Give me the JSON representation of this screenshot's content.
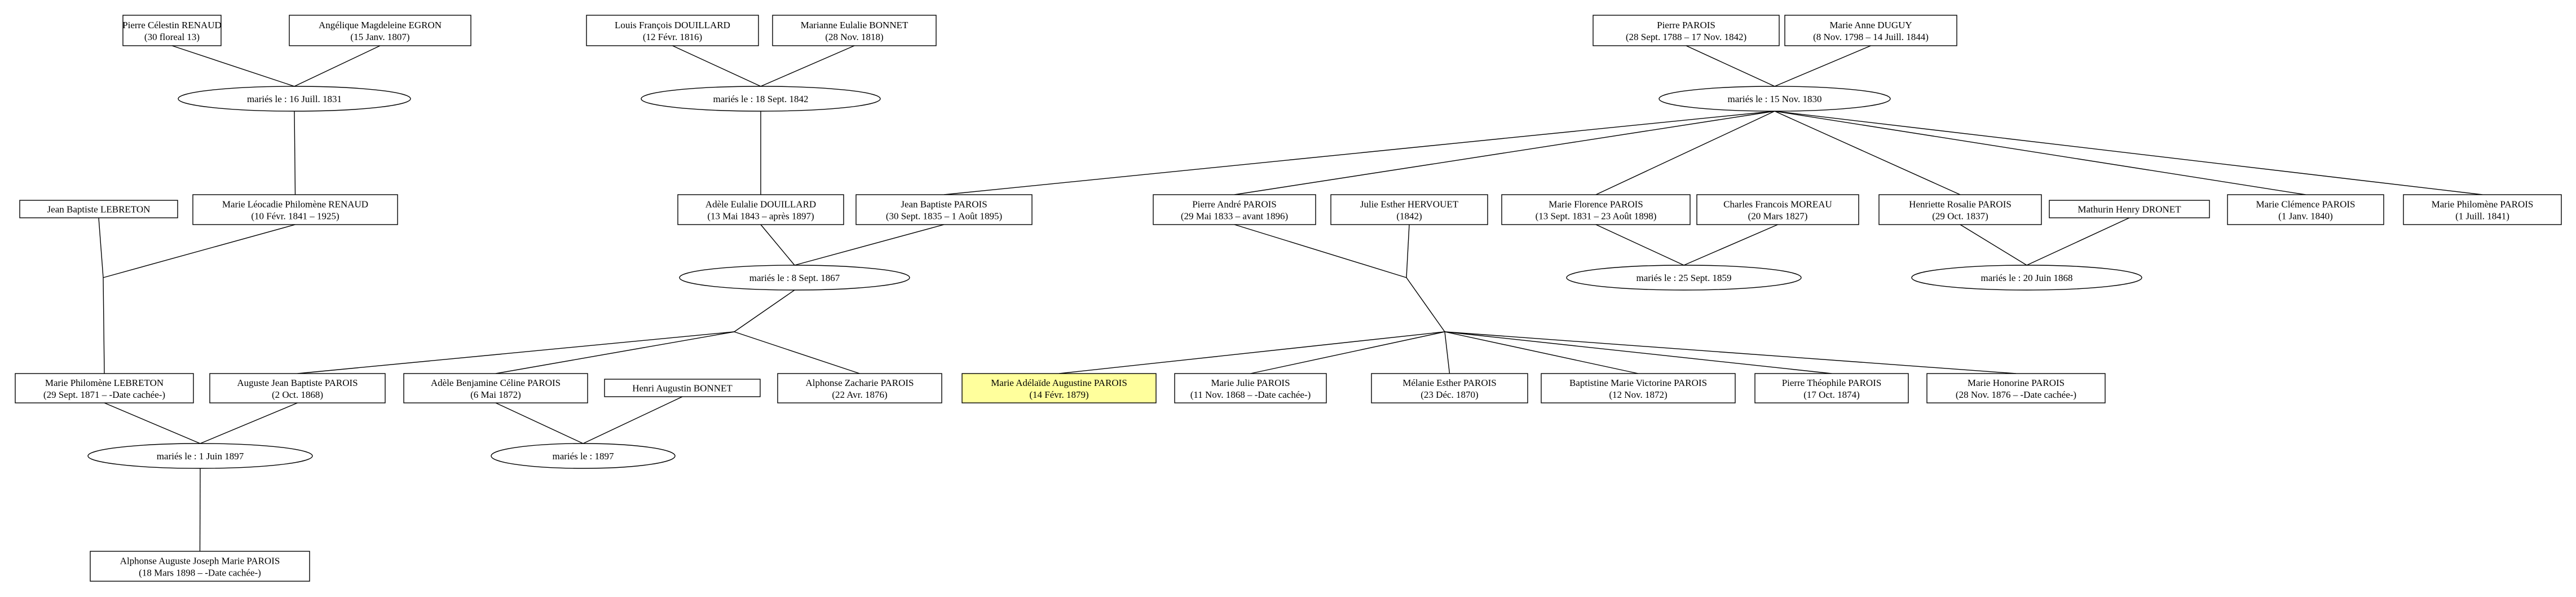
{
  "colors": {
    "highlight": "#ffff9c",
    "line": "#000000",
    "background": "#ffffff"
  },
  "people": [
    {
      "id": "p1",
      "name": "Pierre Célestin RENAUD",
      "dates": "(30 floreal 13)"
    },
    {
      "id": "p2",
      "name": "Angélique Magdeleine EGRON",
      "dates": "(15 Janv. 1807)"
    },
    {
      "id": "p3",
      "name": "Louis François DOUILLARD",
      "dates": "(12 Févr. 1816)"
    },
    {
      "id": "p4",
      "name": "Marianne Eulalie BONNET",
      "dates": "(28 Nov. 1818)"
    },
    {
      "id": "p5",
      "name": "Pierre PAROIS",
      "dates": "(28 Sept. 1788 – 17 Nov. 1842)"
    },
    {
      "id": "p6",
      "name": "Marie Anne DUGUY",
      "dates": "(8 Nov. 1798 – 14 Juill. 1844)"
    },
    {
      "id": "p7",
      "name": "Jean Baptiste LEBRETON",
      "dates": ""
    },
    {
      "id": "p8",
      "name": "Marie Léocadie Philomène RENAUD",
      "dates": "(10 Févr. 1841 – 1925)"
    },
    {
      "id": "p9",
      "name": "Adèle Eulalie DOUILLARD",
      "dates": "(13 Mai 1843 – après 1897)"
    },
    {
      "id": "p10",
      "name": "Jean Baptiste PAROIS",
      "dates": "(30 Sept. 1835 – 1 Août 1895)"
    },
    {
      "id": "p11",
      "name": "Pierre André PAROIS",
      "dates": "(29 Mai 1833 – avant 1896)"
    },
    {
      "id": "p12",
      "name": "Julie Esther HERVOUET",
      "dates": "(1842)"
    },
    {
      "id": "p13",
      "name": "Marie Florence PAROIS",
      "dates": "(13 Sept. 1831 – 23 Août 1898)"
    },
    {
      "id": "p14",
      "name": "Charles Francois MOREAU",
      "dates": "(20 Mars 1827)"
    },
    {
      "id": "p15",
      "name": "Henriette Rosalie PAROIS",
      "dates": "(29 Oct. 1837)"
    },
    {
      "id": "p16",
      "name": "Mathurin Henry DRONET",
      "dates": ""
    },
    {
      "id": "p17",
      "name": "Marie Clémence PAROIS",
      "dates": "(1 Janv. 1840)"
    },
    {
      "id": "p18",
      "name": "Marie Philomène PAROIS",
      "dates": "(1 Juill. 1841)"
    },
    {
      "id": "p19",
      "name": "Marie Philomène LEBRETON",
      "dates": "(29 Sept. 1871 – -Date cachée-)"
    },
    {
      "id": "p20",
      "name": "Auguste Jean Baptiste PAROIS",
      "dates": "(2 Oct. 1868)"
    },
    {
      "id": "p21",
      "name": "Adèle Benjamine Céline PAROIS",
      "dates": "(6 Mai 1872)"
    },
    {
      "id": "p22",
      "name": "Henri Augustin BONNET",
      "dates": ""
    },
    {
      "id": "p23",
      "name": "Alphonse Zacharie PAROIS",
      "dates": "(22 Avr. 1876)"
    },
    {
      "id": "p24",
      "name": "Marie Adélaïde Augustine PAROIS",
      "dates": "(14 Févr. 1879)",
      "highlight": true
    },
    {
      "id": "p25",
      "name": "Marie Julie PAROIS",
      "dates": "(11 Nov. 1868 – -Date cachée-)"
    },
    {
      "id": "p26",
      "name": "Mélanie Esther PAROIS",
      "dates": "(23 Déc. 1870)"
    },
    {
      "id": "p27",
      "name": "Baptistine Marie Victorine PAROIS",
      "dates": "(12 Nov. 1872)"
    },
    {
      "id": "p28",
      "name": "Pierre Théophile PAROIS",
      "dates": "(17 Oct. 1874)"
    },
    {
      "id": "p29",
      "name": "Marie Honorine PAROIS",
      "dates": "(28 Nov. 1876 – -Date cachée-)"
    },
    {
      "id": "p30",
      "name": "Alphonse Auguste Joseph Marie PAROIS",
      "dates": "(18 Mars 1898 – -Date cachée-)"
    }
  ],
  "marriages": [
    {
      "id": "m1",
      "label": "mariés le : 16 Juill. 1831"
    },
    {
      "id": "m2",
      "label": "mariés le : 18 Sept. 1842"
    },
    {
      "id": "m3",
      "label": "mariés le : 15 Nov. 1830"
    },
    {
      "id": "m4",
      "label": "mariés le : 8 Sept. 1867"
    },
    {
      "id": "m5",
      "label": "mariés le : 25 Sept. 1859"
    },
    {
      "id": "m6",
      "label": "mariés le : 20 Juin 1868"
    },
    {
      "id": "m7",
      "label": "mariés le : 1 Juin 1897"
    },
    {
      "id": "m8",
      "label": "mariés le : 1897"
    }
  ]
}
